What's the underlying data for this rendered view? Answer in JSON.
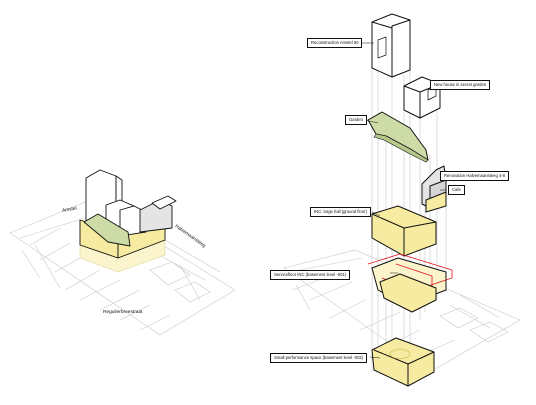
{
  "street_labels": {
    "amstel": "Amstel",
    "halvemaansteeg": "Halvemaansteeg",
    "regulierbreestraat": "Regulierbreestraat"
  },
  "callouts": {
    "reconstruction_amstel": "Reconstruction Amstel 50",
    "new_house": "New house in secret garden",
    "garden": "Garden",
    "renovation": "Renovation Halvemaansteeg 4-8",
    "cafe": "Cafe",
    "inc_hall": "INC: large hall (ground floor)",
    "servicefloor": "Servicefloor INC (basement level -001)",
    "small_performance": "Small performance space (basement level -002)"
  },
  "colors": {
    "yellow": "#f7eba1",
    "yellow_light": "#fbf4cc",
    "green": "#cddba6",
    "grey": "#e4e4e4",
    "outline": "#111111",
    "context": "#c9c9c9",
    "red": "#e0141b"
  }
}
